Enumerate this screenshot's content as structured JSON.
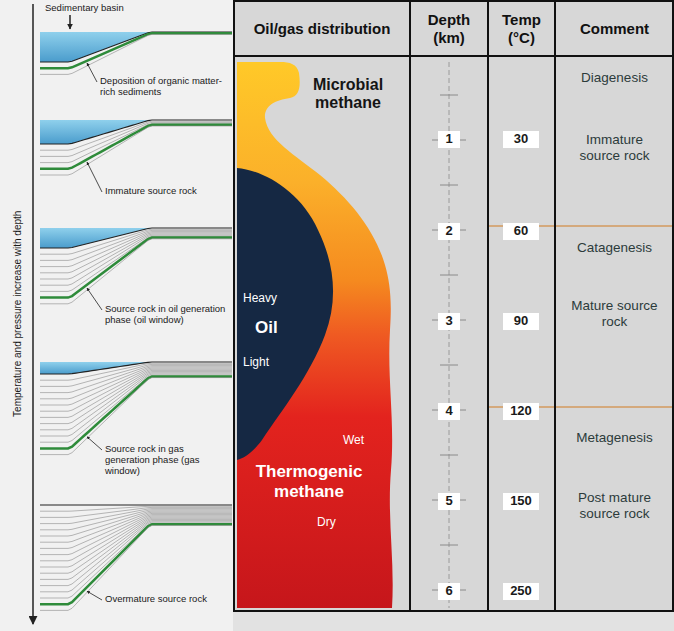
{
  "diagram": {
    "nodes": [
      {
        "text": [
          "Oil/gas distribution"
        ]
      },
      {
        "text": [
          "Depth (km)"
        ]
      },
      {
        "text": [
          "Temp (°C)"
        ]
      },
      {
        "text": [
          "Comment"
        ]
      },
      {
        "text": [
          "Microbial methane"
        ]
      },
      {
        "text": [
          "Heavy",
          "Oil",
          "Light"
        ]
      },
      {
        "text": [
          "Wet",
          "Thermogenic methane",
          "Dry"
        ]
      }
    ],
    "labels": [
      "Sedimentary basin",
      "Deposition of organic matter-rich sediments",
      "Immature source rock",
      "Source rock in oil generation phase (oil window)",
      "Source rock in gas generation phase (gas window)",
      "Overmature source rock",
      "Temperature and pressure increase with depth",
      "1",
      "2",
      "3",
      "4",
      "5",
      "6",
      "30",
      "60",
      "90",
      "120",
      "150",
      "250",
      "Diagenesis",
      "Immature source rock",
      "Catagenesis",
      "Mature source rock",
      "Metagenesis",
      "Post mature source rock"
    ]
  }
}
